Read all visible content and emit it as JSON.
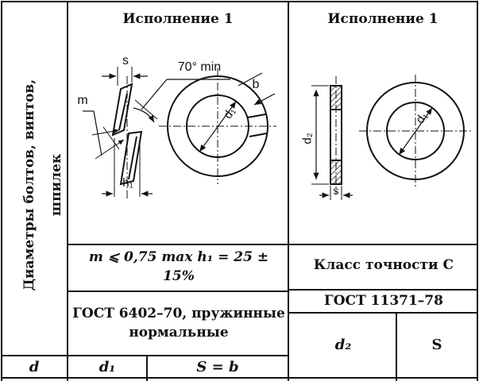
{
  "table": {
    "side_label": "Диаметры болтов, винтов, шпилек",
    "variant_1_title": "Исполнение 1",
    "variant_2_title": "Исполнение 1",
    "condition": "m ⩽ 0,75 max h₁ = 25 ± 15%",
    "accuracy_class": "Класс точности С",
    "gost_left": "ГОСТ 6402–70, пружинные нормальные",
    "gost_right": "ГОСТ 11371–78",
    "col_d2": "d₂",
    "col_s": "S",
    "col_d": "d",
    "col_d1": "d₁",
    "col_s_eq_b": "S = b"
  },
  "drawing_labels": {
    "s": "s",
    "angle": "70° min",
    "m": "m",
    "b": "b",
    "d1_left": "d₁",
    "h1": "h₁",
    "d2": "d₂",
    "d1_right": "d₁",
    "s_right": "s"
  }
}
